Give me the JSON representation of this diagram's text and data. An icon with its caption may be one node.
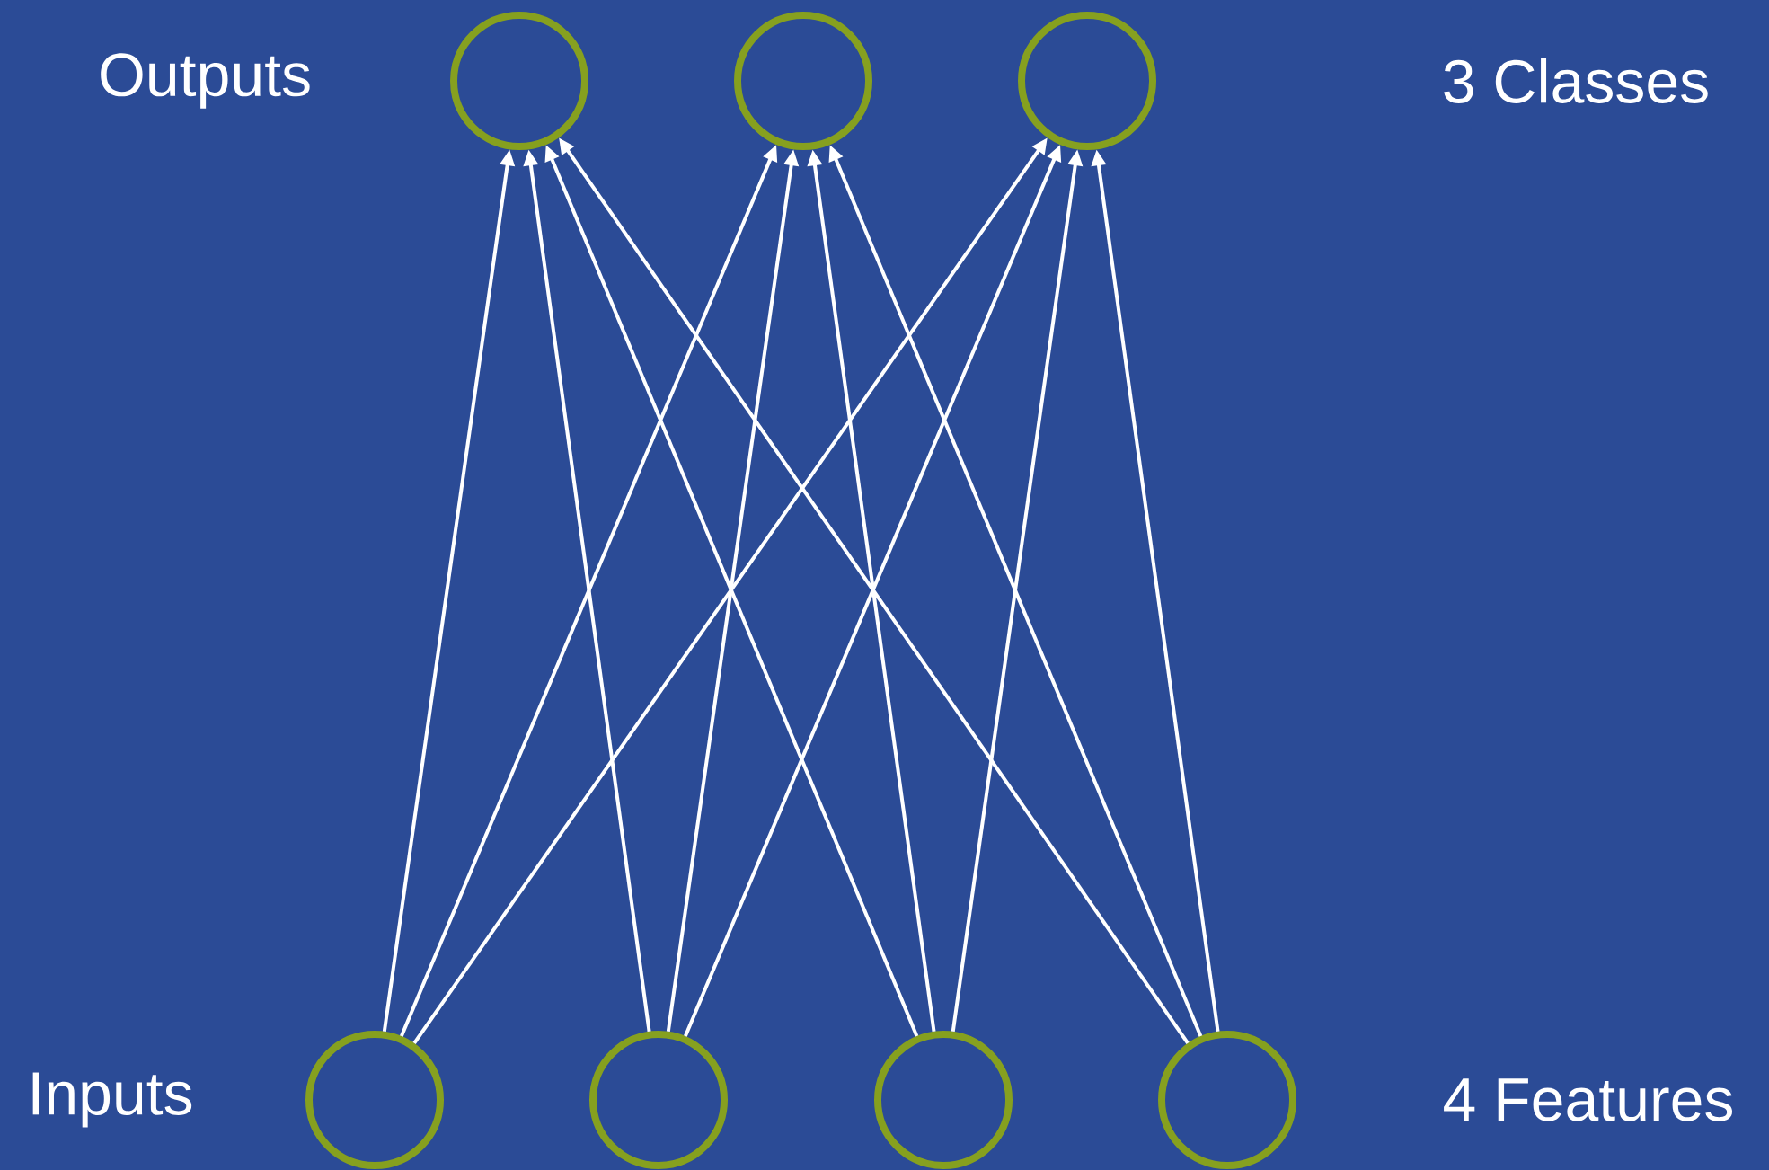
{
  "diagram": {
    "nodes": [
      {
        "text": [],
        "shape": "circle"
      },
      {
        "text": [],
        "shape": "circle"
      },
      {
        "text": [],
        "shape": "circle"
      },
      {
        "text": [],
        "shape": "circle"
      },
      {
        "text": [],
        "shape": "circle"
      },
      {
        "text": [],
        "shape": "circle"
      },
      {
        "text": [],
        "shape": "circle"
      }
    ],
    "edges": [
      {
        "from": 3,
        "to": 0,
        "arrow": "to"
      },
      {
        "from": 3,
        "to": 1,
        "arrow": "to"
      },
      {
        "from": 3,
        "to": 2,
        "arrow": "to"
      },
      {
        "from": 4,
        "to": 0,
        "arrow": "to"
      },
      {
        "from": 4,
        "to": 1,
        "arrow": "to"
      },
      {
        "from": 4,
        "to": 2,
        "arrow": "to"
      },
      {
        "from": 5,
        "to": 0,
        "arrow": "to"
      },
      {
        "from": 5,
        "to": 1,
        "arrow": "to"
      },
      {
        "from": 5,
        "to": 2,
        "arrow": "to"
      },
      {
        "from": 6,
        "to": 0,
        "arrow": "to"
      },
      {
        "from": 6,
        "to": 1,
        "arrow": "to"
      },
      {
        "from": 6,
        "to": 2,
        "arrow": "to"
      }
    ],
    "labels": [
      "Outputs",
      "3 Classes",
      "Inputs",
      "4 Features"
    ]
  }
}
